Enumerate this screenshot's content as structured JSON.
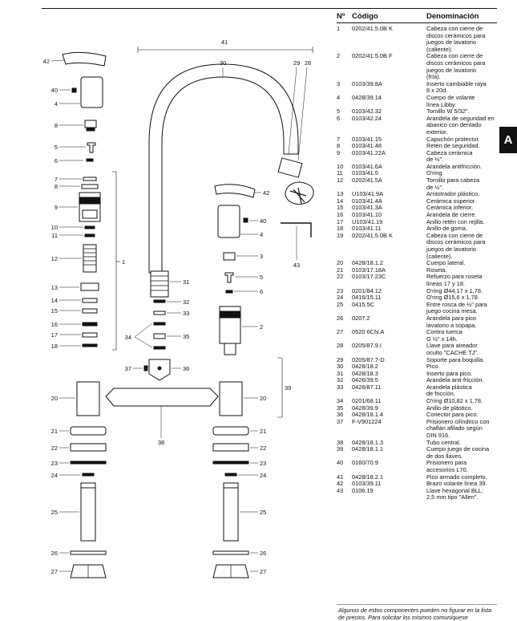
{
  "table": {
    "headers": {
      "no": "Nº",
      "code": "Código",
      "name": "Denominación"
    },
    "rows": [
      {
        "no": "1",
        "code": "0202/41.5.0B K",
        "name": "Cabeza con cierre de\ndiscos cerámicos para\njuegos de lavatorio\n(caliente)."
      },
      {
        "no": "2",
        "code": "0202/41.5.0B F",
        "name": "Cabeza con cierre de\ndiscos cerámicos para\njuegos de lavatorio\n(fría)."
      },
      {
        "no": "3",
        "code": "0103/39.8A",
        "name": "Inserto cambiable raya\n8 x 20d."
      },
      {
        "no": "4",
        "code": "0428/39.14",
        "name": "Cuerpo de volante\nlínea Libby."
      },
      {
        "no": "5",
        "code": "0103/42.32",
        "name": "Tornillo W 5/32\"."
      },
      {
        "no": "6",
        "code": "0103/42.24",
        "name": "Arandela de seguridad en\nabanico con dentado\nexterior."
      },
      {
        "no": "7",
        "code": "0103/41.15",
        "name": "Capuchón protector."
      },
      {
        "no": "8",
        "code": "0103/41.48",
        "name": "Retén de seguridad."
      },
      {
        "no": "9",
        "code": "0103/41.22A",
        "name": "Cabeza cerámica\nde ½\"."
      },
      {
        "no": "10",
        "code": "0103/41.6A",
        "name": "Arandela antifricción."
      },
      {
        "no": "11",
        "code": "0103/41.5",
        "name": "O'ring."
      },
      {
        "no": "12",
        "code": "0202/41.5A",
        "name": "Tornillo para cabeza\nde ½\"."
      },
      {
        "no": "13",
        "code": "U103/41.9A",
        "name": "Arrastrador plástico."
      },
      {
        "no": "14",
        "code": "0103/41.4A",
        "name": "Cerámica superior."
      },
      {
        "no": "15",
        "code": "0103/41.3A",
        "name": "Cerámica inferior."
      },
      {
        "no": "16",
        "code": "0103/41.10",
        "name": "Arandela de cierre."
      },
      {
        "no": "17",
        "code": "U103/41.19",
        "name": "Anillo retén con rejilla."
      },
      {
        "no": "18",
        "code": "0103/41.11",
        "name": "Anillo de goma."
      },
      {
        "no": "19",
        "code": "0202/41.5.0B K",
        "name": "Cabeza con cierre de\ndiscos cerámicos para\njuegos de lavatorio\n(caliente)."
      },
      {
        "no": "20",
        "code": "0428/18.1.2",
        "name": "Cuerpo lateral."
      },
      {
        "no": "21",
        "code": "0103/17.18A",
        "name": "Roseta."
      },
      {
        "no": "22",
        "code": "0103/17.23C",
        "name": "Refuerzo para roseta\nlíneas 17 y 18."
      },
      {
        "no": "23",
        "code": "0201/84.12",
        "name": "O'ring Ø44,17 x 1,78."
      },
      {
        "no": "24",
        "code": "0416/15.11",
        "name": "O'ring Ø15,6 x 1,78."
      },
      {
        "no": "25",
        "code": "0415.5C",
        "name": "Entre rosca de ½\" para\njuego cocina mesa."
      },
      {
        "no": "26",
        "code": "0207.2",
        "name": "Arandela para pico\nlavatorio a sopapa."
      },
      {
        "no": "27",
        "code": "0520 6CN.A",
        "name": "Contra tuerca\nG ½\" x 14h."
      },
      {
        "no": "28",
        "code": "0205/87.9.I",
        "name": "Llave para aireador\noculto \"CACHE TJ\"."
      },
      {
        "no": "29",
        "code": "0205/87.7-D",
        "name": "Soporte para boquilla."
      },
      {
        "no": "30",
        "code": "0428/18.2",
        "name": "Pico."
      },
      {
        "no": "31",
        "code": "0428/18.3",
        "name": "Inserto para pico."
      },
      {
        "no": "32",
        "code": "0426/39.5",
        "name": "Arandela anti-fricción."
      },
      {
        "no": "33",
        "code": "0426/87.11",
        "name": "Arandela plástica\nde fricción."
      },
      {
        "no": "34",
        "code": "0201/68.11",
        "name": "O'ring Ø10,82 x 1,78."
      },
      {
        "no": "35",
        "code": "0428/39.9",
        "name": "Anillo de plástico."
      },
      {
        "no": "36",
        "code": "0428/18.1.4",
        "name": "Conector para pico."
      },
      {
        "no": "37",
        "code": "F-V901224",
        "name": "Prisionero cilíndrico con\nchaflán afilado según\nDIN 916."
      },
      {
        "no": "38",
        "code": "0428/18.1.3",
        "name": "Tubo central."
      },
      {
        "no": "39",
        "code": "0428/18.1.1",
        "name": "Cuerpo juego de cocina\nde dos llaves."
      },
      {
        "no": "40",
        "code": "0160/70.9",
        "name": "Prisionero para\naccesorios L70."
      },
      {
        "no": "41",
        "code": "0428/18.2.1",
        "name": "Pico armado completo."
      },
      {
        "no": "42",
        "code": "0103/39.11",
        "name": "Brazo volante línea 39."
      },
      {
        "no": "43",
        "code": "0106.19",
        "name": "Llave hexagonal BLL:\n2,5 mm tipo \"Allen\"."
      }
    ]
  },
  "side_tab": "A",
  "footnote": "Algunos de estos componentes pueden no figurar en la lista de precios. Para solicitar los mismos comuníquese",
  "callouts": {
    "n1": "1",
    "n2": "2",
    "n3": "3",
    "n4": "4",
    "n4b": "4",
    "n5": "5",
    "n5b": "5",
    "n6": "6",
    "n6b": "6",
    "n7": "7",
    "n8": "8",
    "n8b": "8",
    "n9": "9",
    "n10": "10",
    "n11": "11",
    "n12": "12",
    "n13": "13",
    "n14": "14",
    "n15": "15",
    "n16": "16",
    "n17": "17",
    "n18": "18",
    "n20l": "20",
    "n20r": "20",
    "n21l": "21",
    "n21r": "21",
    "n22l": "22",
    "n22r": "22",
    "n23l": "23",
    "n23r": "23",
    "n24l": "24",
    "n24r": "24",
    "n25l": "25",
    "n25r": "25",
    "n26l": "26",
    "n26r": "26",
    "n27l": "27",
    "n27r": "27",
    "n28": "28",
    "n29": "29",
    "n30": "30",
    "n31": "31",
    "n32": "32",
    "n33": "33",
    "n34": "34",
    "n35": "35",
    "n36": "36",
    "n37": "37",
    "n38": "38",
    "n39": "39",
    "n40": "40",
    "n40b": "40",
    "n41": "41",
    "n42": "42",
    "n42b": "42",
    "n43": "43"
  }
}
